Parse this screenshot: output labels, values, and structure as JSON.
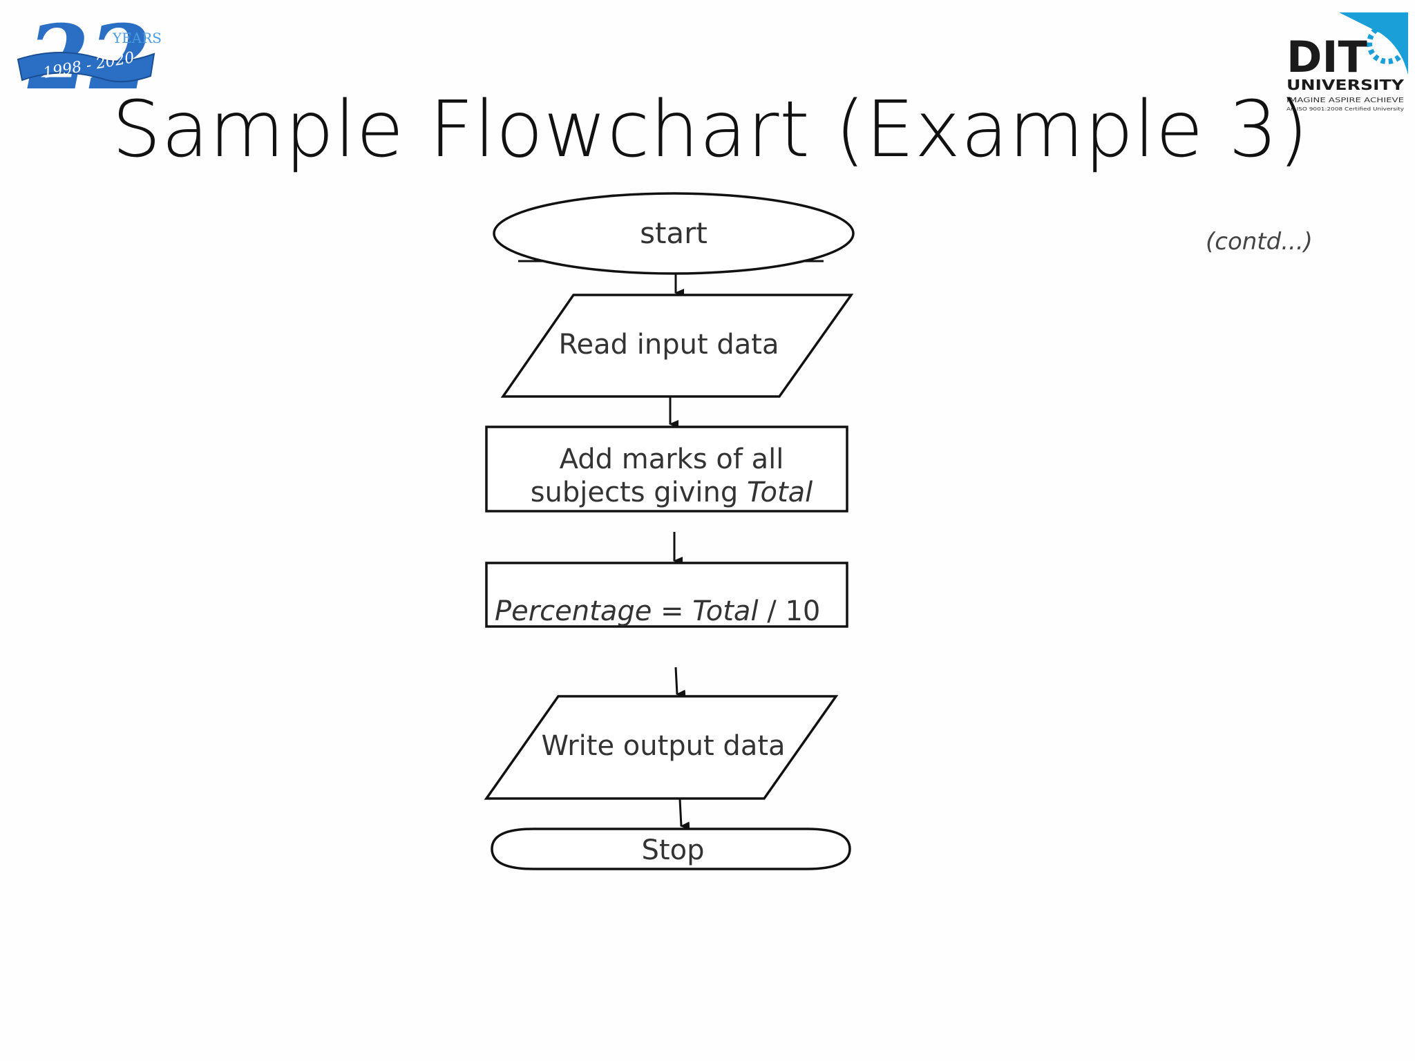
{
  "slide": {
    "title": "Sample Flowchart (Example 3)",
    "contd": "(contd...)"
  },
  "logos": {
    "left": {
      "number": "22",
      "years": "YEARS",
      "range": "1998 - 2020"
    },
    "right": {
      "name": "DIT",
      "subtitle": "UNIVERSITY",
      "tagline": "IMAGINE  ASPIRE  ACHIEVE",
      "fineprint": "An ISO 9001:2008 Certified University"
    }
  },
  "colors": {
    "logo_blue": "#2a6fc4",
    "logo_light_blue": "#4a9be0",
    "dit_dark": "#1b1b1b",
    "dit_gear": "#1a9fd9"
  },
  "flowchart": {
    "start": "start",
    "read": "Read input data",
    "add_line1": "Add marks of all",
    "add_line2_prefix": "subjects giving ",
    "add_line2_var": "Total",
    "pct_var1": "Percentage",
    "pct_eq": " = ",
    "pct_var2": "Total",
    "pct_rest": " / 10",
    "write": "Write output data",
    "stop": "Stop"
  }
}
